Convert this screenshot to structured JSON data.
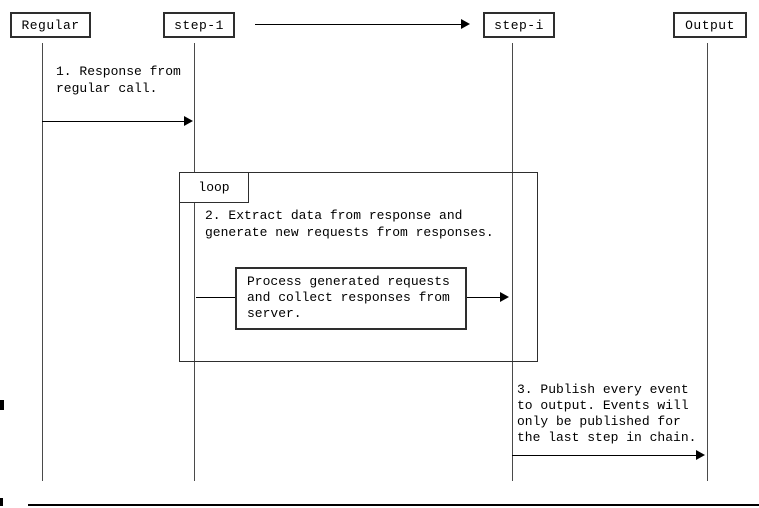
{
  "diagram": {
    "title": "sequence-diagram",
    "actors": [
      {
        "id": "regular",
        "label": "Regular"
      },
      {
        "id": "step-1",
        "label": "step-1"
      },
      {
        "id": "step-i",
        "label": "step-i"
      },
      {
        "id": "output",
        "label": "Output"
      }
    ],
    "loop_frame": {
      "label": "loop"
    },
    "messages": {
      "msg1": "1. Response from\nregular call.",
      "msg2": "2. Extract data from response and\ngenerate new requests from responses.",
      "process": "Process generated requests\nand collect responses from\nserver.",
      "msg3": "3. Publish every event\nto output. Events will\nonly be published for\nthe last step in chain."
    },
    "colors": {
      "background": "#ffffff",
      "border": "#2e2e2e",
      "lifeline": "#4a4a4a",
      "arrow": "#000000",
      "text": "#000000"
    }
  }
}
